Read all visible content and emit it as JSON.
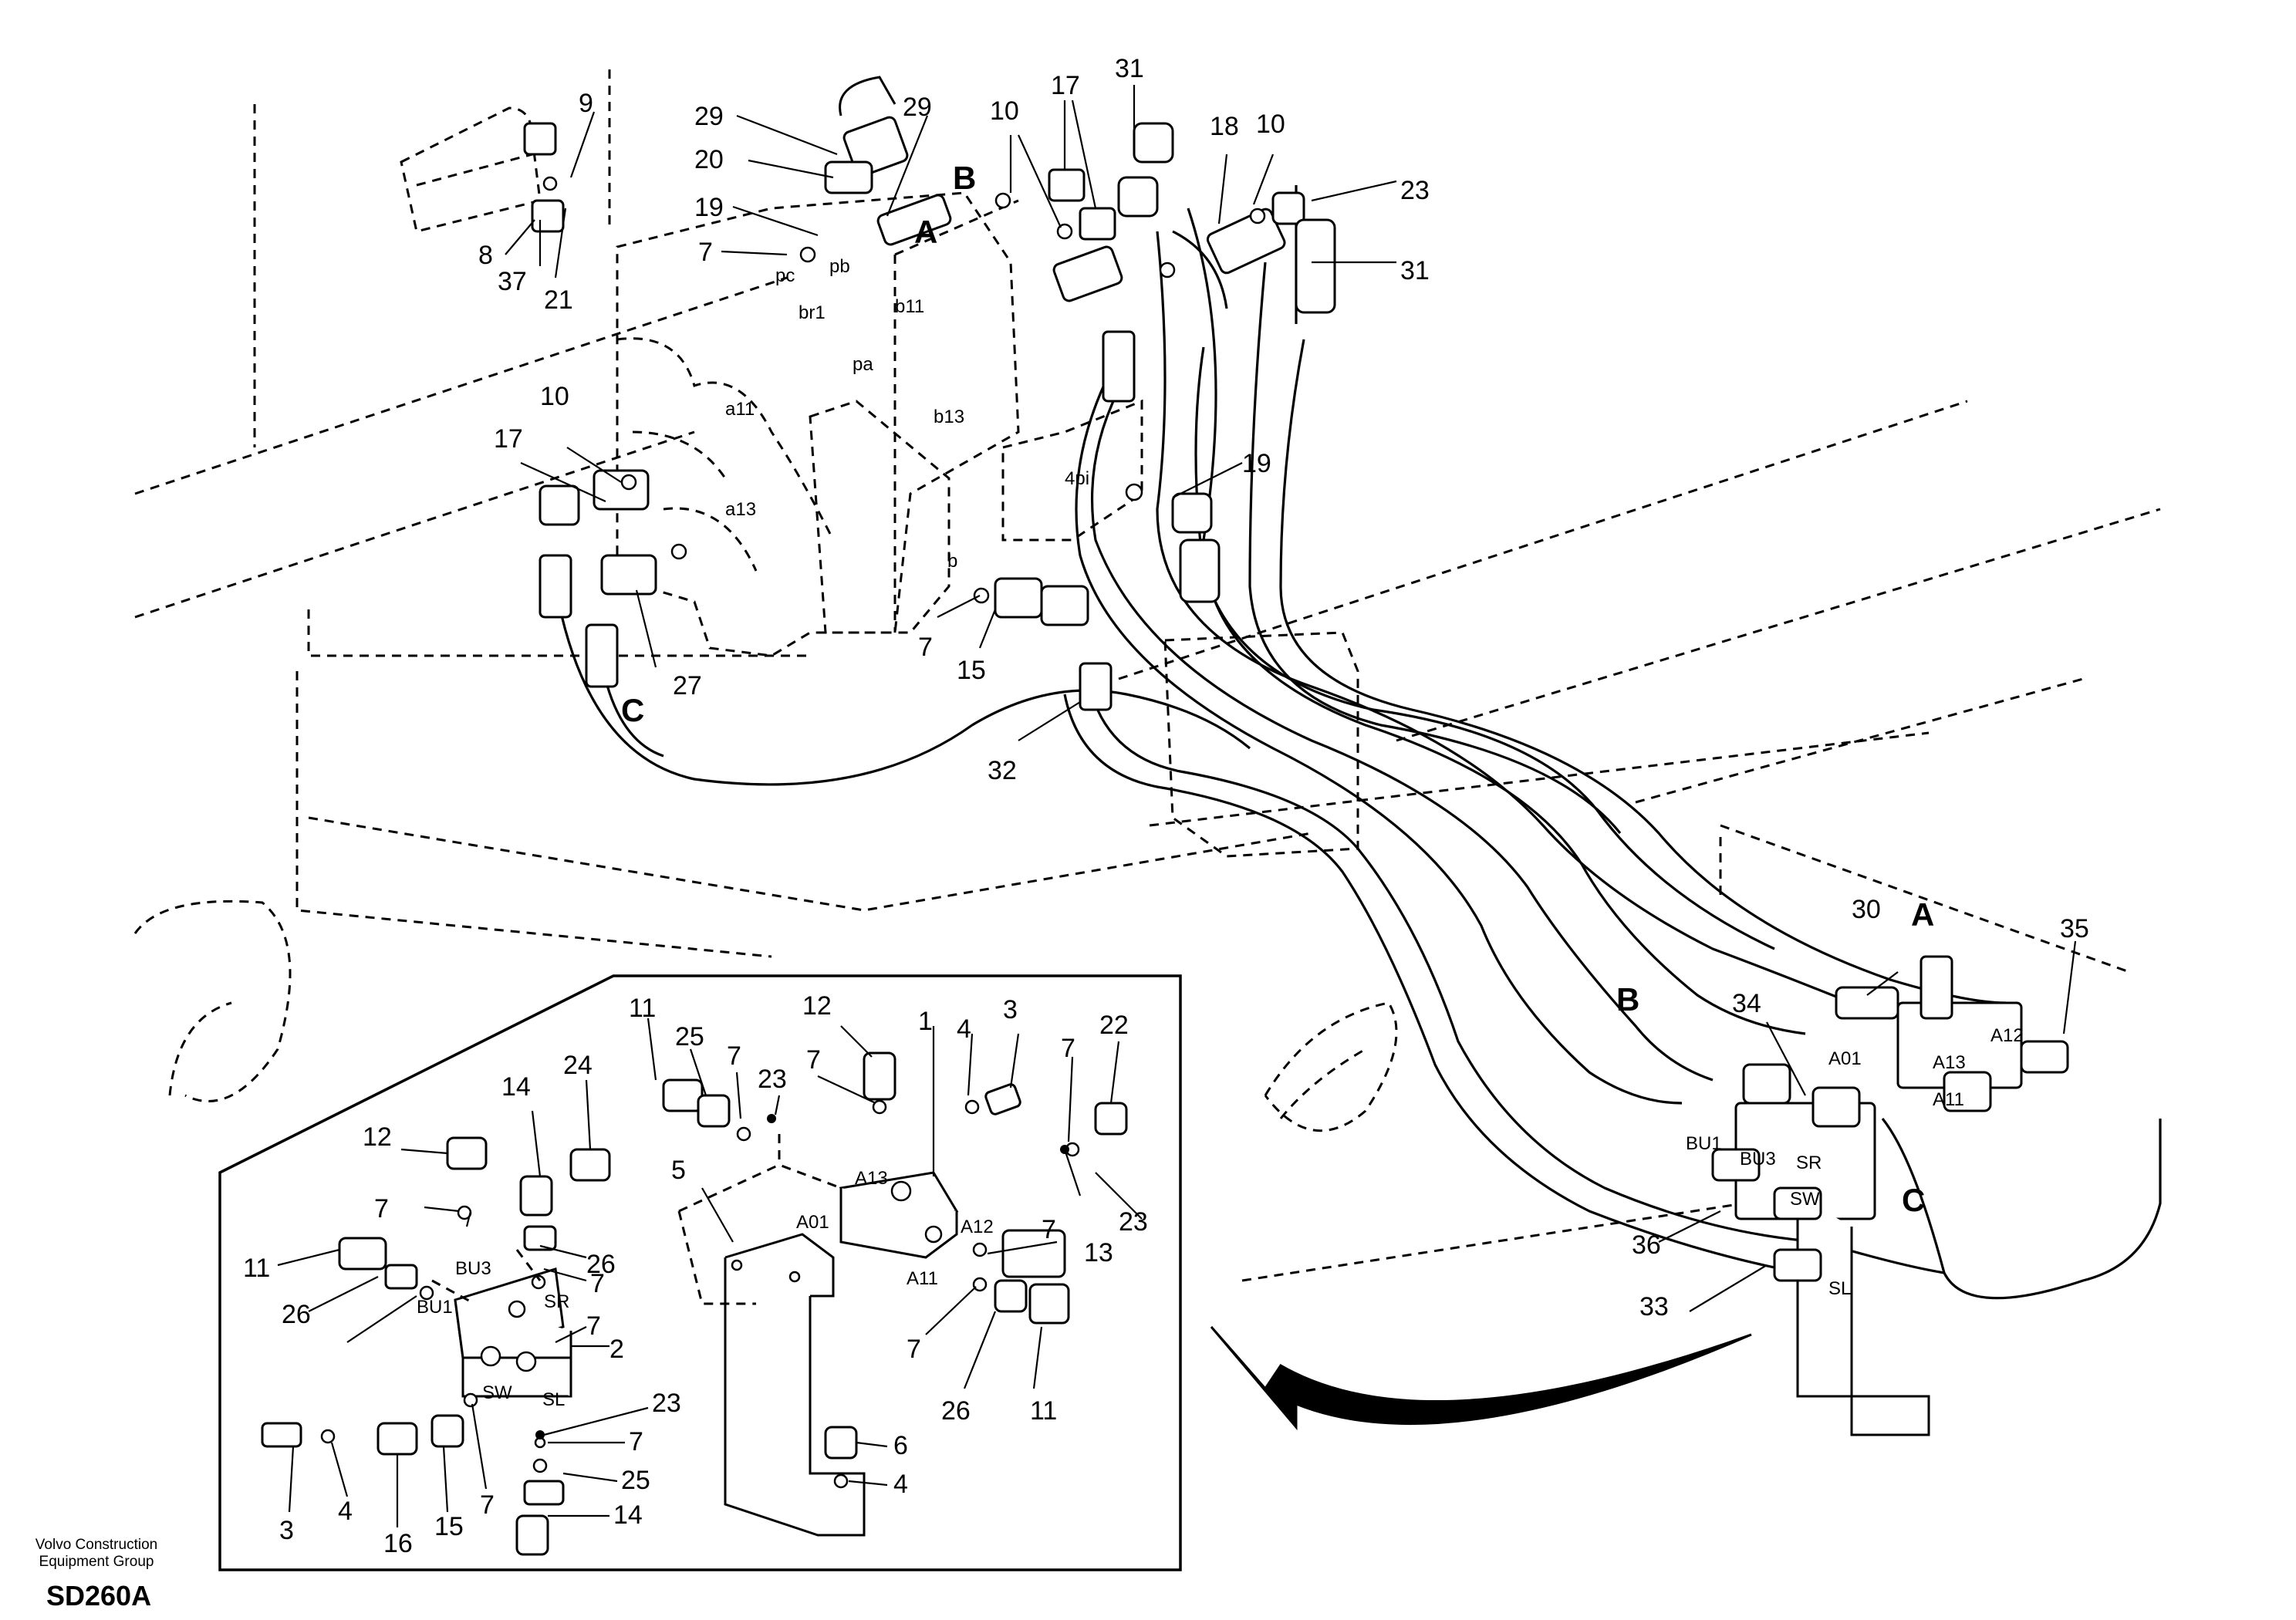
{
  "footer": {
    "company_line1": "Volvo Construction",
    "company_line2": "Equipment Group",
    "drawing_code": "SD260A"
  },
  "connection_letters": [
    "A",
    "B",
    "C",
    "A",
    "B",
    "C"
  ],
  "callouts_main": [
    "9",
    "29",
    "29",
    "10",
    "17",
    "31",
    "18",
    "10",
    "23",
    "20",
    "19",
    "7",
    "8",
    "37",
    "21",
    "31",
    "10",
    "17",
    "19",
    "7",
    "15",
    "27",
    "32",
    "30",
    "35",
    "34",
    "36",
    "33"
  ],
  "callouts_inset": [
    "11",
    "25",
    "7",
    "23",
    "12",
    "7",
    "1",
    "4",
    "3",
    "7",
    "22",
    "12",
    "14",
    "24",
    "7",
    "5",
    "26",
    "23",
    "7",
    "13",
    "11",
    "26",
    "7",
    "2",
    "7",
    "7",
    "26",
    "11",
    "23",
    "7",
    "25",
    "3",
    "4",
    "16",
    "15",
    "7",
    "14",
    "6",
    "4"
  ],
  "port_labels_main": [
    "pc",
    "pb",
    "br1",
    "b11",
    "pa",
    "a11",
    "b13",
    "a13",
    "4pi",
    "b",
    "A01",
    "A13",
    "A12",
    "A11",
    "BU1",
    "BU3",
    "SR",
    "SW",
    "SL"
  ],
  "port_labels_inset": [
    "A13",
    "A01",
    "A12",
    "A11",
    "BU3",
    "BU1",
    "SR",
    "SW",
    "SL"
  ]
}
